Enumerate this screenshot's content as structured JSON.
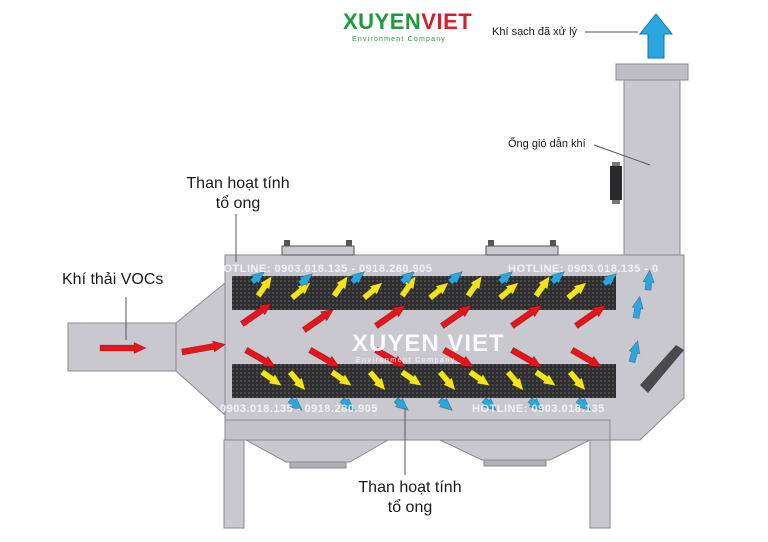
{
  "logo": {
    "name_part1": "XUYEN",
    "name_part2": "VIET",
    "tagline": "Environment Company"
  },
  "labels": {
    "clean_air": "Khí sạch đã xử lý",
    "duct": "Ống gió dẫn khí",
    "inlet": "Khí thải VOCs",
    "carbon_top_line1": "Than hoạt tính",
    "carbon_top_line2": "tổ ong",
    "carbon_bottom_line1": "Than hoạt tính",
    "carbon_bottom_line2": "tổ ong"
  },
  "watermark": {
    "hotline_top": "HOTLINE: 0903.018.135 - 0918.280.905",
    "hotline_top_right": "HOTLINE: 0903.018.135 - 0",
    "hotline_bottom_left": "0903.018.135 - 0918.280.905",
    "hotline_bottom_right": "HOTLINE: 0903.018.135",
    "logo": "XUYEN VIET",
    "tagline": "Environment Company"
  },
  "colors": {
    "housing": "#c8c8ce",
    "housing_stroke": "#8a8a92",
    "carbon": "#3a3a3c",
    "dirty_air": "#e8141b",
    "mid_air": "#f2e31a",
    "clean_air": "#2ba7e0",
    "logo_green": "#1f9a3a",
    "logo_red": "#d3202b"
  }
}
